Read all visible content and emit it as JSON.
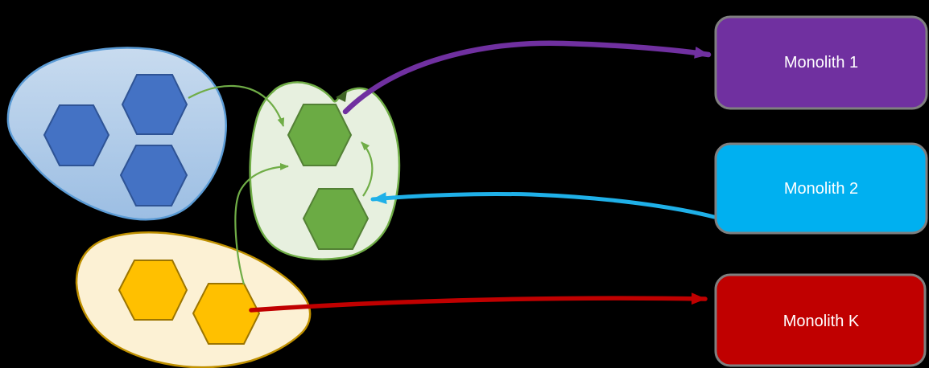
{
  "background": "#000000",
  "clusters": [
    {
      "name": "blue-cluster",
      "hexagon_count": 3,
      "blob_fill_top": "#C8DBEF",
      "blob_fill_bottom": "#9CBEE3",
      "blob_stroke": "#5B9BD5",
      "hex_fill": "#4472C4",
      "hex_stroke": "#2E5395"
    },
    {
      "name": "yellow-cluster",
      "hexagon_count": 2,
      "blob_fill": "#FCF1D4",
      "blob_stroke": "#BF9000",
      "hex_fill": "#FFC000",
      "hex_stroke": "#9C7500"
    },
    {
      "name": "green-cluster",
      "hexagon_count": 2,
      "blob_fill": "#E7F0DF",
      "blob_stroke": "#70AD47",
      "hex_fill": "#6BAB44",
      "hex_stroke": "#538135"
    }
  ],
  "monoliths": [
    {
      "label": "Monolith 1",
      "fill": "#7030A0",
      "stroke": "#7F7F7F",
      "text_color": "#FFFFFF"
    },
    {
      "label": "Monolith 2",
      "fill": "#00B0F0",
      "stroke": "#7F7F7F",
      "text_color": "#FFFFFF"
    },
    {
      "label": "Monolith K",
      "fill": "#C00000",
      "stroke": "#7F7F7F",
      "text_color": "#FFFFFF"
    }
  ],
  "arrows": {
    "blue_to_green": {
      "color": "#70AD47",
      "description": "blue cluster hexagon to top green hexagon"
    },
    "yellow_to_green": {
      "color": "#70AD47",
      "description": "yellow cluster hexagon to top green hexagon"
    },
    "green_internal": {
      "color": "#70AD47",
      "description": "bottom green hexagon to top green hexagon"
    },
    "green_to_monolith1": {
      "color": "#7030A0",
      "description": "top green hexagon to Monolith 1"
    },
    "monolith2_to_green": {
      "color": "#1FB0E8",
      "description": "Monolith 2 to bottom green hexagon"
    },
    "yellow_to_monolithk": {
      "color": "#C00000",
      "description": "yellow cluster hexagon to Monolith K"
    },
    "notch_arrowhead_color": "#3E6323"
  }
}
